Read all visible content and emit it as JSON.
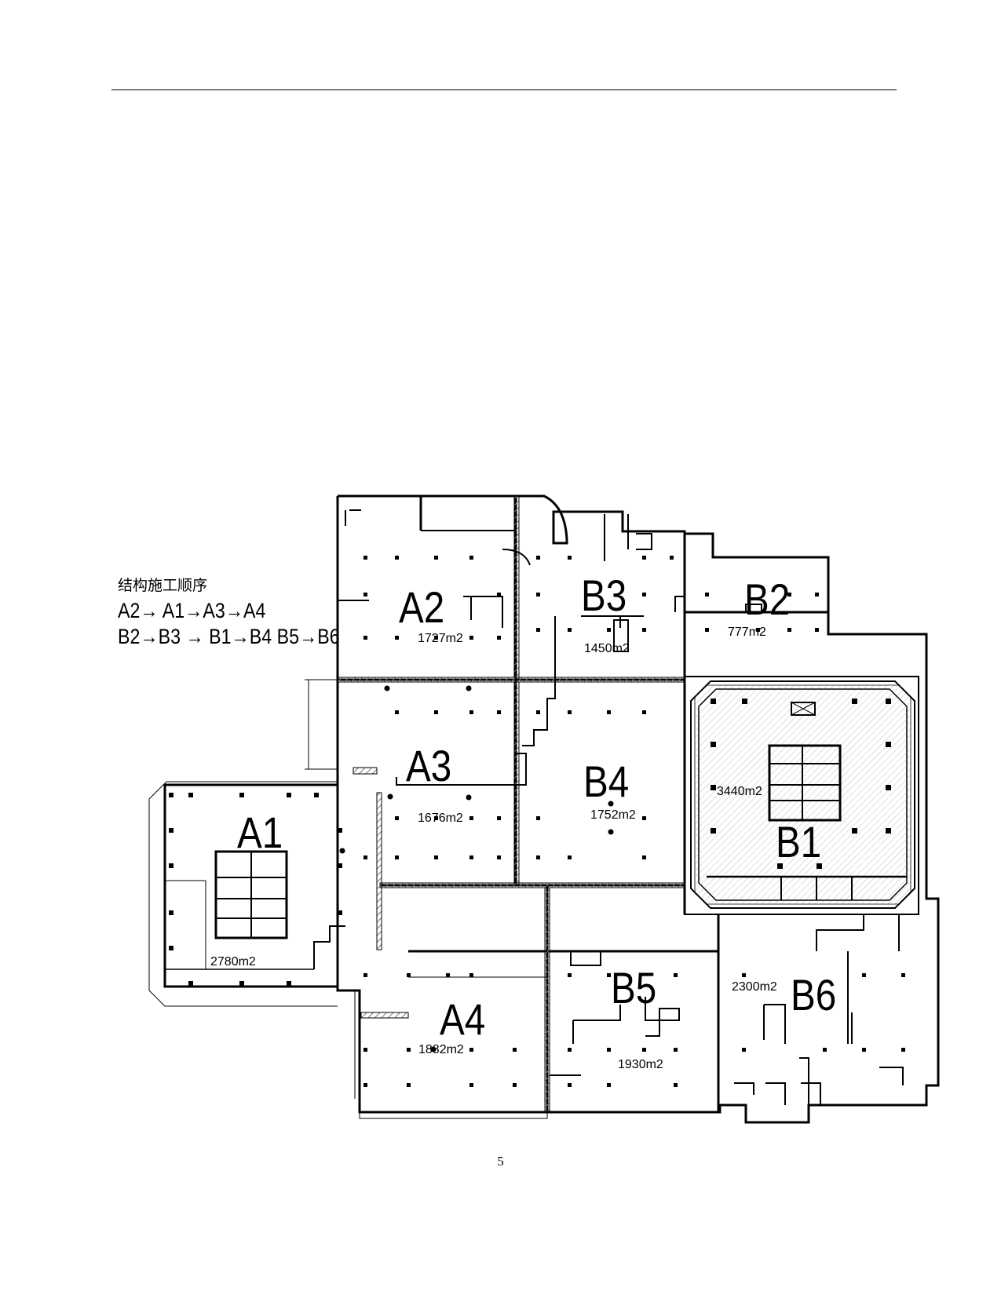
{
  "legend": {
    "title": "结构施工顺序",
    "sequence_a": "A2→ A1→A3→A4",
    "sequence_b": "B2→B3 → B1→B4  B5→B6"
  },
  "zones": [
    {
      "id": "A2",
      "area": "1727m2"
    },
    {
      "id": "B3",
      "area": "1450m2"
    },
    {
      "id": "B2",
      "area": "777m2"
    },
    {
      "id": "A3",
      "area": "1676m2"
    },
    {
      "id": "B4",
      "area": "1752m2"
    },
    {
      "id": "B1",
      "area": "3440m2"
    },
    {
      "id": "A1",
      "area": "2780m2"
    },
    {
      "id": "A4",
      "area": "1882m2"
    },
    {
      "id": "B5",
      "area": "1930m2"
    },
    {
      "id": "B6",
      "area": "2300m2"
    }
  ],
  "page_number": "5",
  "colors": {
    "line": "#000000",
    "background": "#ffffff",
    "hatch": "#777777"
  }
}
